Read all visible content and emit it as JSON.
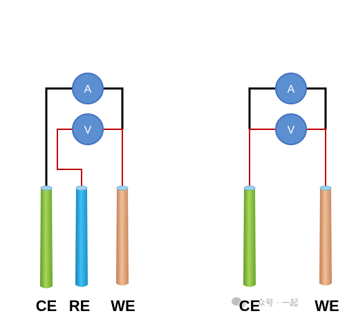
{
  "colors": {
    "wire_black": "#000000",
    "wire_red": "#c00000",
    "meter_fill": "#5b8fd0",
    "meter_stroke": "#4472c4",
    "ce_green": "#8ac43f",
    "re_blue": "#2aa7e0",
    "we_tan": "#e0a27a"
  },
  "left": {
    "ammeter": "A",
    "voltmeter": "V",
    "labels": {
      "ce": "CE",
      "re": "RE",
      "we": "WE"
    }
  },
  "right": {
    "ammeter": "A",
    "voltmeter": "V",
    "labels": {
      "ce": "CE",
      "we": "WE"
    }
  },
  "watermark": {
    "icon": "wechat-icon",
    "text": "众号 · 一起"
  }
}
